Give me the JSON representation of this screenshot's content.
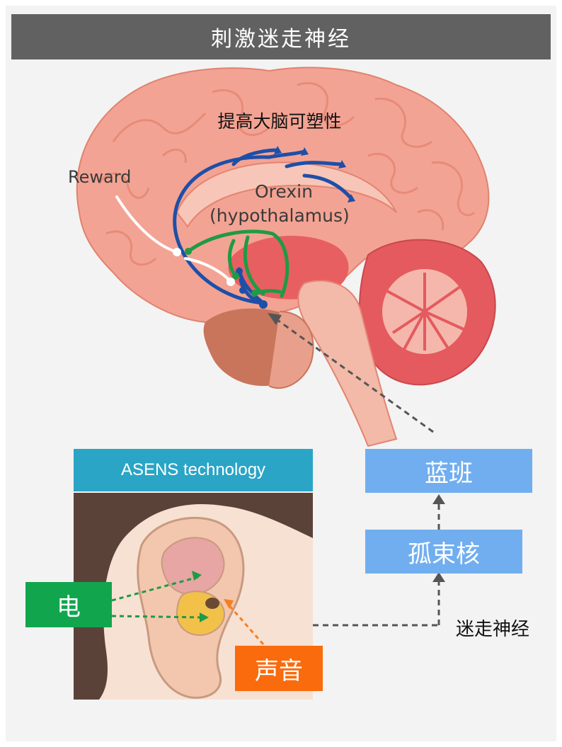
{
  "title": "刺激迷走神经",
  "brain": {
    "caption": "提高大脑可塑性",
    "reward_label": "Reward",
    "orexin_label": "Orexin",
    "hypothalamus_label": "(hypothalamus)"
  },
  "asens": {
    "header": "ASENS technology"
  },
  "pathway": {
    "locus_coeruleus": "蓝班",
    "nucleus_tractus": "孤束核",
    "vagus_nerve": "迷走神经"
  },
  "stimuli": {
    "electric": "电",
    "sound": "声音"
  },
  "colors": {
    "title_bar": "#616161",
    "asens_header": "#2aa5c6",
    "blue_box": "#70aef0",
    "green_box": "#11a64e",
    "orange_box": "#f96b0d",
    "brain_pink": "#f3a393",
    "orexin_blue": "#1e4fa8",
    "dopamine_green": "#1f9a45"
  }
}
